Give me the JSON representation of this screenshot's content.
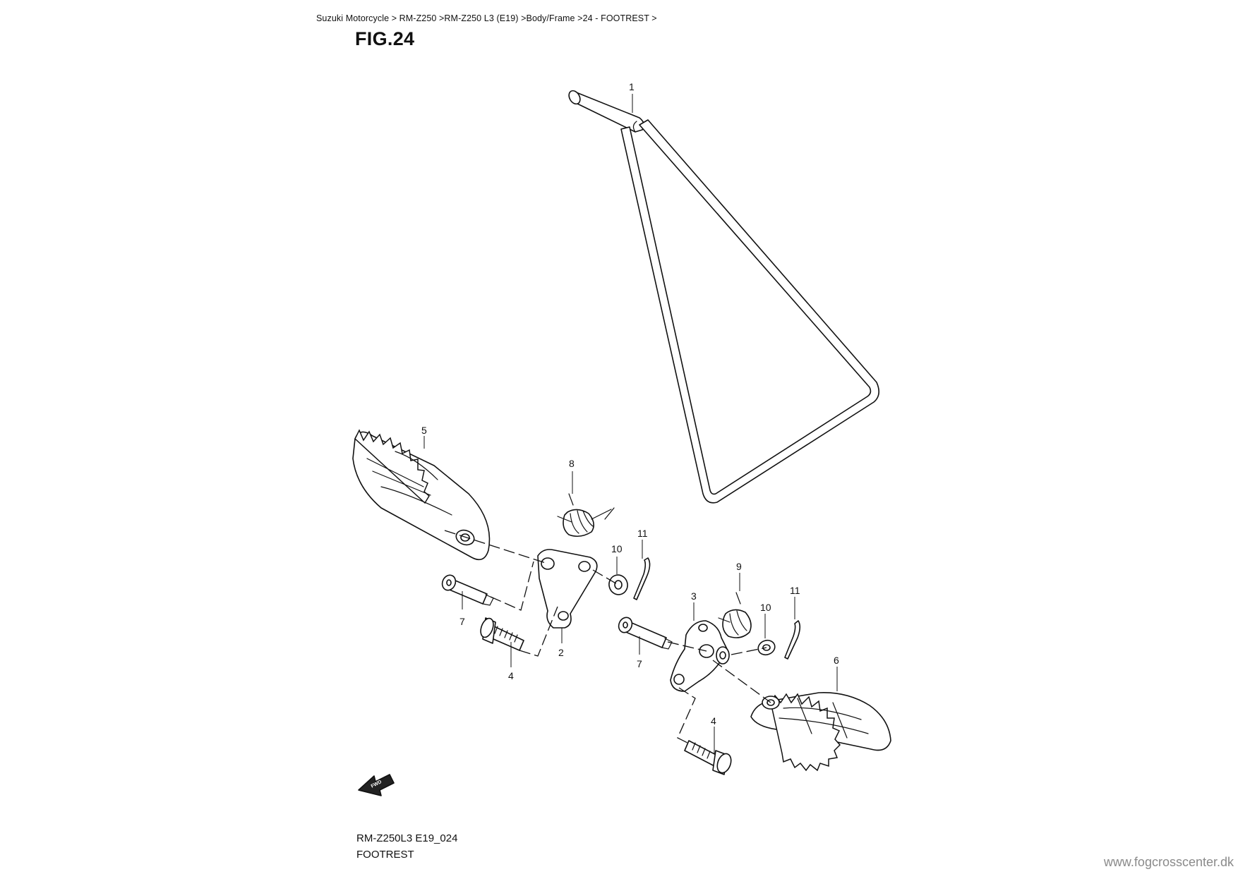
{
  "breadcrumb": "Suzuki Motorcycle > RM-Z250 >RM-Z250 L3 (E19) >Body/Frame >24 - FOOTREST >",
  "figure_title": "FIG.24",
  "diagram": {
    "callouts": {
      "c1": "1",
      "c2": "2",
      "c3": "3",
      "c4a": "4",
      "c4b": "4",
      "c5": "5",
      "c6": "6",
      "c7a": "7",
      "c7b": "7",
      "c8": "8",
      "c9": "9",
      "c10a": "10",
      "c10b": "10",
      "c11a": "11",
      "c11b": "11"
    },
    "fwd_label": "FWD"
  },
  "footer": {
    "ref_code": "RM-Z250L3 E19_024",
    "ref_name": "FOOTREST"
  },
  "watermark": "www.fogcrosscenter.dk"
}
